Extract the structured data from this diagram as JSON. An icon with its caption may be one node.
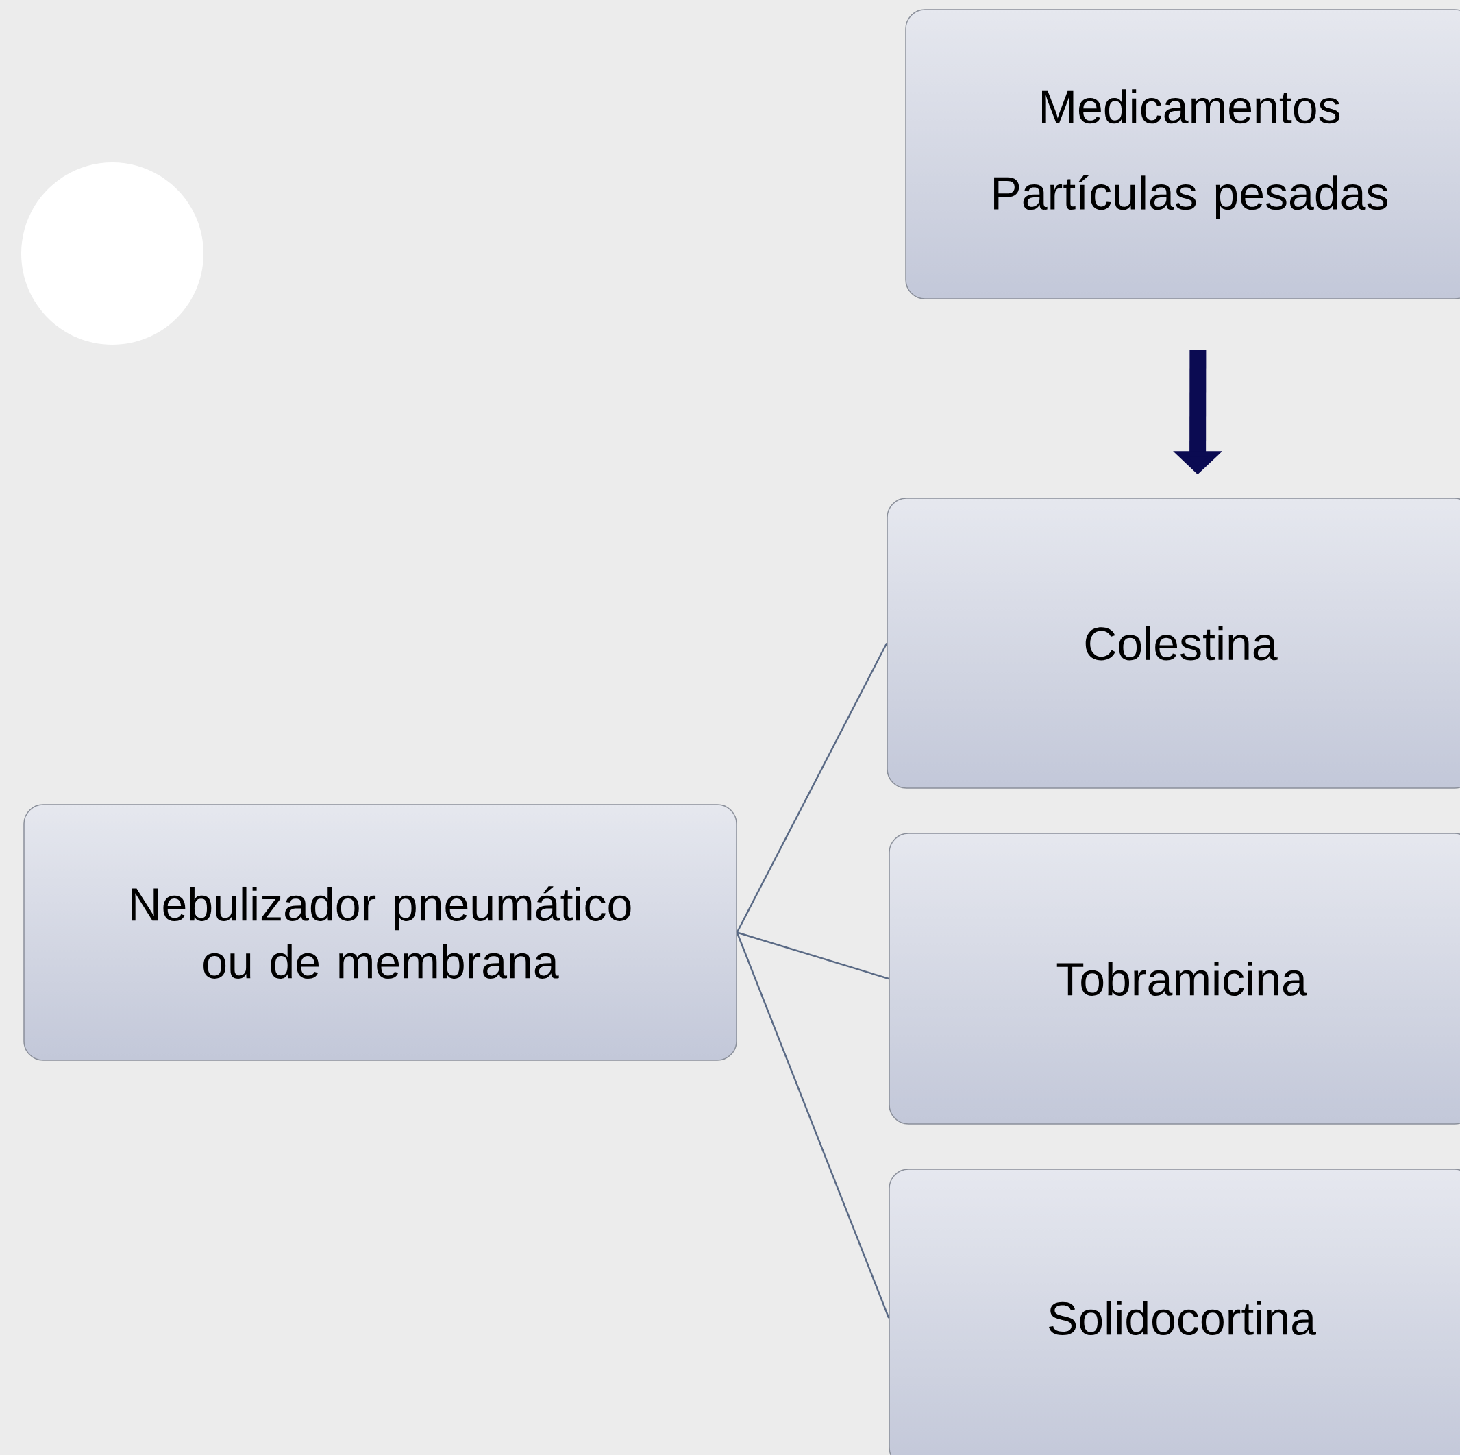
{
  "diagram": {
    "nodes": [
      {
        "text": [
          "Medicamentos",
          "Partículas pesadas"
        ]
      },
      {
        "text": [],
        "shape": "circle"
      },
      {
        "text": [
          "Colestina"
        ]
      },
      {
        "text": [
          "Nebulizador pneumático ou de membrana"
        ]
      },
      {
        "text": [
          "Tobramicina"
        ]
      },
      {
        "text": [
          "Solidocortina"
        ]
      }
    ],
    "edges": [
      {
        "from": 0,
        "to": 2,
        "arrow": "to",
        "style": "thick",
        "color": "#0b0b52"
      },
      {
        "from": 3,
        "to": 2,
        "arrow": "none"
      },
      {
        "from": 3,
        "to": 4,
        "arrow": "none"
      },
      {
        "from": 3,
        "to": 5,
        "arrow": "none"
      }
    ]
  }
}
